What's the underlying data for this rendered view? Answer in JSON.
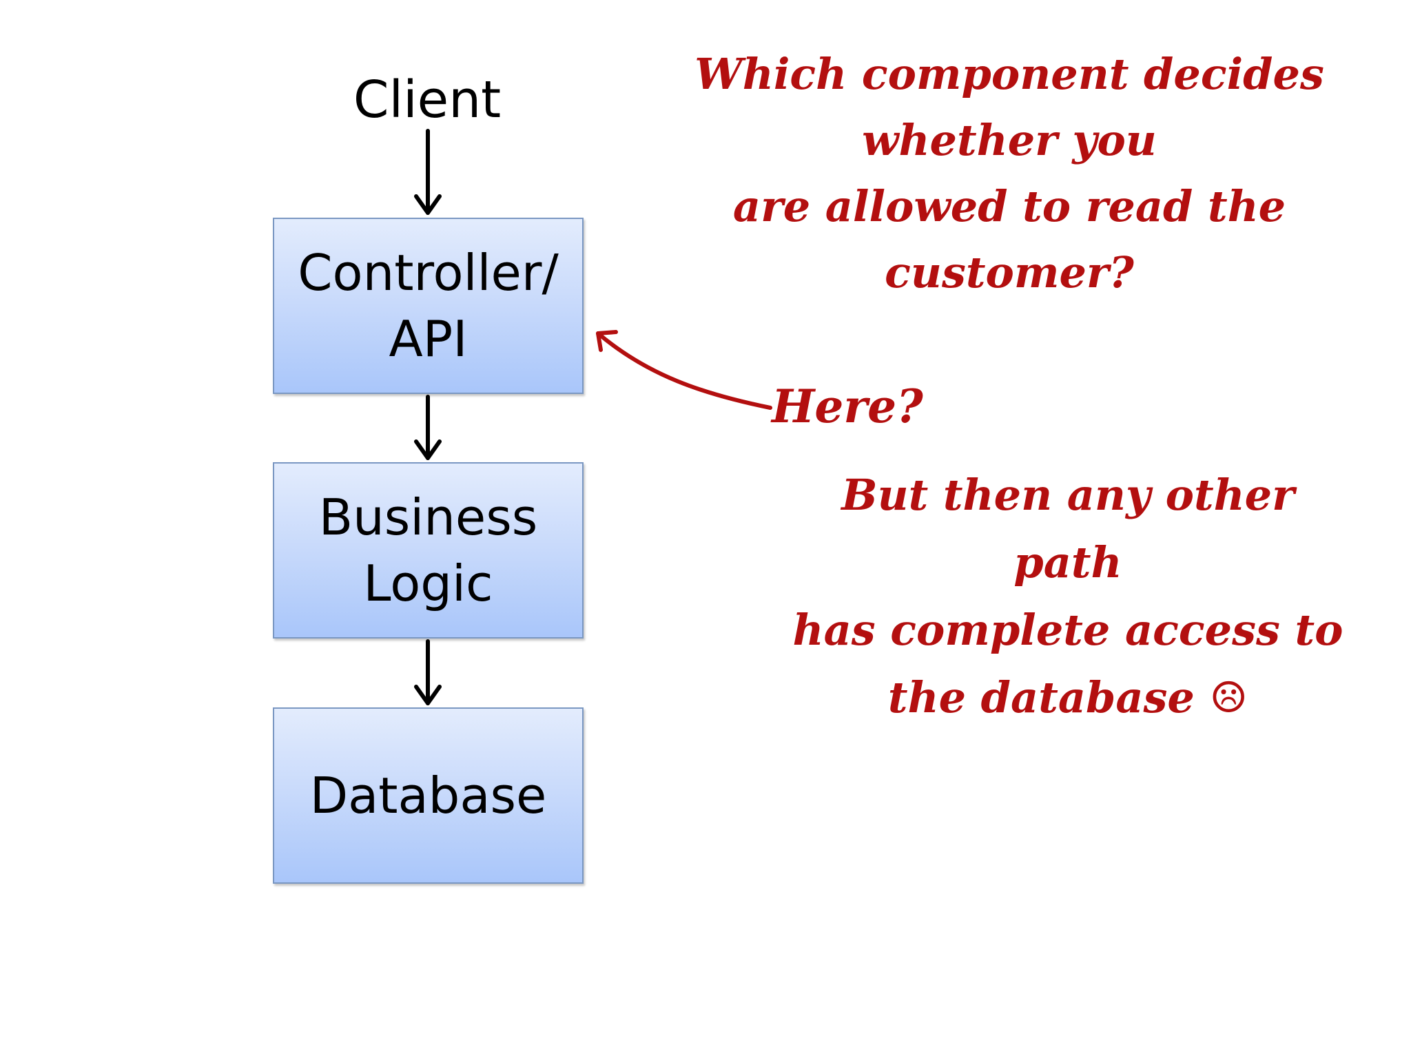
{
  "diagram": {
    "client": "Client",
    "boxes": [
      {
        "id": "controller",
        "label": "Controller/\nAPI"
      },
      {
        "id": "business",
        "label": "Business\nLogic"
      },
      {
        "id": "database",
        "label": "Database"
      }
    ]
  },
  "annotations": {
    "question": "Which component decides whether you\nare allowed to read the customer?",
    "here": "Here?",
    "consequence": "But then any other path\nhas complete access to\nthe database ☹"
  },
  "colors": {
    "annotation": "#b30f0f",
    "box_top": "#e3ecfd",
    "box_bottom": "#a9c6fa",
    "box_border": "#7a97c2",
    "connector": "#000000"
  }
}
